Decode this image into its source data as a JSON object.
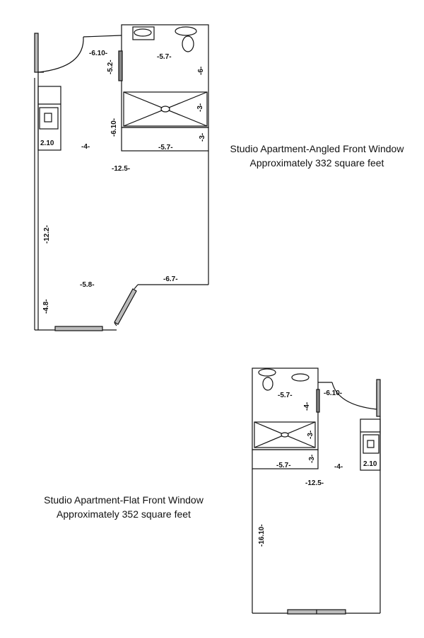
{
  "angled": {
    "title": "Studio Apartment-Angled Front Window",
    "area": "Approximately 332 square feet",
    "dims": {
      "door_w": "-6.10-",
      "hall": "-5.2-",
      "bath_top": "-5.7-",
      "bath_side": "-6-",
      "tub": "-3-",
      "closet_side": "-6.10-",
      "closet_depth": "-3-",
      "closet_w": "-5.7-",
      "kitchen": "2.10",
      "kitchen_gap": "-4-",
      "room_w": "-12.5-",
      "room_h": "-12.2-",
      "front_left": "-5.8-",
      "front_right": "-6.7-",
      "bay_h": "-4.8-"
    }
  },
  "flat": {
    "title": "Studio Apartment-Flat Front Window",
    "area": "Approximately 352 square feet",
    "dims": {
      "bath_top": "-5.7-",
      "door_w": "-6.10-",
      "hall": "-4-",
      "tub": "-3-",
      "closet_depth": "-3-",
      "closet_w": "-5.7-",
      "kitchen_gap": "-4-",
      "kitchen": "2.10",
      "room_w": "-12.5-",
      "room_h": "-16.10-"
    }
  }
}
